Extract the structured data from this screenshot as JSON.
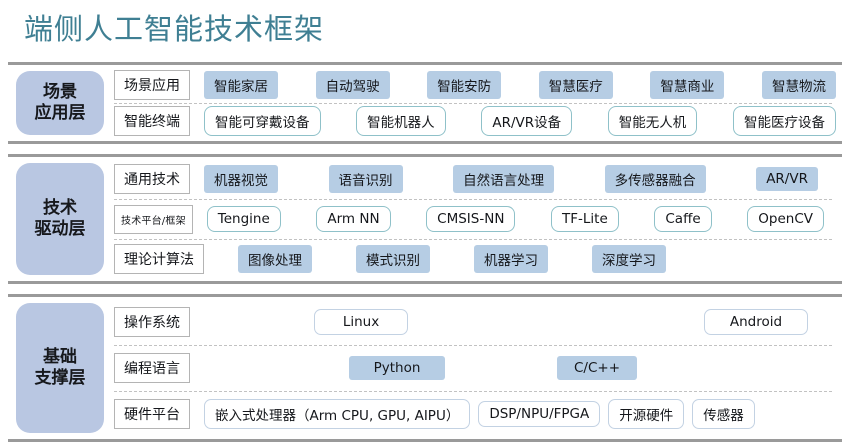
{
  "title": "端侧人工智能技术框架",
  "theme": {
    "title_color": "#3f7f93",
    "layer_label_bg": "#b9c7e2",
    "chip_fill": "#b6cde4",
    "chip_outline_border": "#8fc1c9",
    "chip_outline_pale_border": "#c3d2e3",
    "section_rule": "#9a9a9a",
    "divider_dashed": "#c2c2c2"
  },
  "sections": [
    {
      "layer": "场景\n应用层",
      "layer_line1": "场景",
      "layer_line2": "应用层",
      "rows": [
        {
          "category": "场景应用",
          "chip_style": "fill",
          "chips": [
            "智能家居",
            "自动驾驶",
            "智能安防",
            "智慧医疗",
            "智慧商业",
            "智慧物流"
          ]
        },
        {
          "category": "智能终端",
          "chip_style": "outline",
          "chips": [
            "智能可穿戴设备",
            "智能机器人",
            "AR/VR设备",
            "智能无人机",
            "智能医疗设备"
          ]
        }
      ]
    },
    {
      "layer": "技术\n驱动层",
      "layer_line1": "技术",
      "layer_line2": "驱动层",
      "rows": [
        {
          "category": "通用技术",
          "chip_style": "fill",
          "chips": [
            "机器视觉",
            "语音识别",
            "自然语言处理",
            "多传感器融合",
            "AR/VR"
          ]
        },
        {
          "category": "技术平台/框架",
          "category_small": true,
          "chip_style": "outline",
          "chips": [
            "Tengine",
            "Arm NN",
            "CMSIS-NN",
            "TF-Lite",
            "Caffe",
            "OpenCV"
          ]
        },
        {
          "category": "理论计算法",
          "chip_style": "fill",
          "chips": [
            "图像处理",
            "模式识别",
            "机器学习",
            "深度学习"
          ]
        }
      ]
    },
    {
      "layer": "基础\n支撑层",
      "layer_line1": "基础",
      "layer_line2": "支撑层",
      "rows": [
        {
          "category": "操作系统",
          "chip_style": "outline-pale",
          "chips": [
            "Linux",
            "Android"
          ]
        },
        {
          "category": "编程语言",
          "chip_style": "fill",
          "chips": [
            "Python",
            "C/C++"
          ]
        },
        {
          "category": "硬件平台",
          "chip_style": "outline-pale",
          "chips": [
            "嵌入式处理器（Arm CPU, GPU, AIPU）",
            "DSP/NPU/FPGA",
            "开源硬件",
            "传感器"
          ]
        }
      ]
    }
  ]
}
